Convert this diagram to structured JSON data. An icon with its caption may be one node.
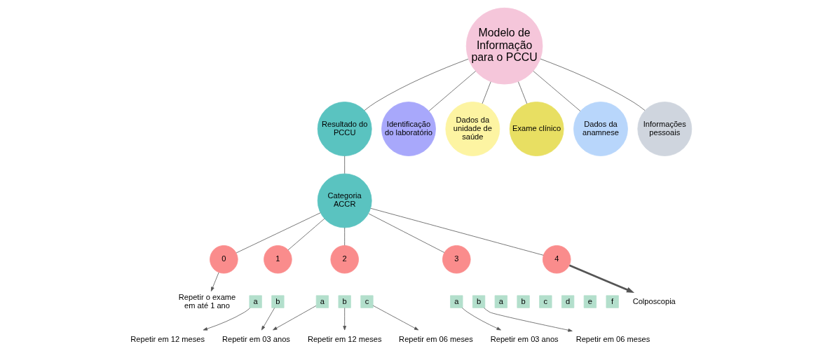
{
  "diagram": {
    "nodes": [
      {
        "text": [
          "Modelo de Informação para o PCCU"
        ]
      },
      {
        "text": [
          "Resultado do PCCU"
        ]
      },
      {
        "text": [
          "Identificação do laboratório"
        ]
      },
      {
        "text": [
          "Dados da unidade de saúde"
        ]
      },
      {
        "text": [
          "Exame clínico"
        ]
      },
      {
        "text": [
          "Dados da anamnese"
        ]
      },
      {
        "text": [
          "Informações pessoais"
        ]
      },
      {
        "text": [
          "Categoria ACCR"
        ]
      },
      {
        "text": [
          "0"
        ]
      },
      {
        "text": [
          "1"
        ]
      },
      {
        "text": [
          "2"
        ]
      },
      {
        "text": [
          "3"
        ]
      },
      {
        "text": [
          "4"
        ]
      },
      {
        "text": [
          "a"
        ]
      },
      {
        "text": [
          "b"
        ]
      },
      {
        "text": [
          "a"
        ]
      },
      {
        "text": [
          "b"
        ]
      },
      {
        "text": [
          "c"
        ]
      },
      {
        "text": [
          "a"
        ]
      },
      {
        "text": [
          "b"
        ]
      },
      {
        "text": [
          "a"
        ]
      },
      {
        "text": [
          "b"
        ]
      },
      {
        "text": [
          "c"
        ]
      },
      {
        "text": [
          "d"
        ]
      },
      {
        "text": [
          "e"
        ]
      },
      {
        "text": [
          "f"
        ]
      },
      {
        "text": [
          "Repetir o exame em até 1 ano"
        ]
      },
      {
        "text": [
          "Repetir em 12 meses"
        ]
      },
      {
        "text": [
          "Repetir em 03 anos"
        ]
      },
      {
        "text": [
          "Repetir em 12 meses"
        ]
      },
      {
        "text": [
          "Repetir em 06 meses"
        ]
      },
      {
        "text": [
          "Repetir em 06 meses"
        ]
      },
      {
        "text": [
          "Repetir em 03 anos"
        ]
      },
      {
        "text": [
          "Colposcopia"
        ]
      }
    ],
    "edges": [
      {
        "from": 0,
        "to": 1,
        "arrow": "none"
      },
      {
        "from": 0,
        "to": 2,
        "arrow": "none"
      },
      {
        "from": 0,
        "to": 3,
        "arrow": "none"
      },
      {
        "from": 0,
        "to": 4,
        "arrow": "none"
      },
      {
        "from": 0,
        "to": 5,
        "arrow": "none"
      },
      {
        "from": 0,
        "to": 6,
        "arrow": "none"
      },
      {
        "from": 1,
        "to": 7,
        "arrow": "none"
      },
      {
        "from": 7,
        "to": 8,
        "arrow": "none"
      },
      {
        "from": 7,
        "to": 9,
        "arrow": "none"
      },
      {
        "from": 7,
        "to": 10,
        "arrow": "none"
      },
      {
        "from": 7,
        "to": 11,
        "arrow": "none"
      },
      {
        "from": 7,
        "to": 12,
        "arrow": "none"
      },
      {
        "from": 8,
        "to": 26,
        "arrow": "to"
      },
      {
        "from": 13,
        "to": 27,
        "arrow": "to"
      },
      {
        "from": 14,
        "to": 28,
        "arrow": "to"
      },
      {
        "from": 15,
        "to": 28,
        "arrow": "to"
      },
      {
        "from": 16,
        "to": 29,
        "arrow": "to"
      },
      {
        "from": 17,
        "to": 30,
        "arrow": "to"
      },
      {
        "from": 19,
        "to": 31,
        "arrow": "to"
      },
      {
        "from": 18,
        "to": 32,
        "arrow": "to"
      },
      {
        "from": 12,
        "to": 33,
        "arrow": "to",
        "style": "thick"
      }
    ]
  }
}
